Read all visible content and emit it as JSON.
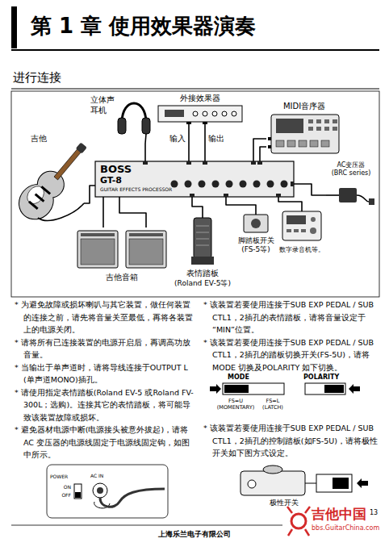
{
  "diagram": {
    "title": "第 1 章 使用效果器演奏",
    "nodes": [
      {
        "text": [
          "立体声 耳机"
        ]
      },
      {
        "text": [
          "外接效果器"
        ]
      },
      {
        "text": [
          "MIDI音序器"
        ]
      },
      {
        "text": [
          "吉他"
        ]
      },
      {
        "text": [
          "BOSS",
          "GT-8",
          "GUITAR EFFECTS PROCESSOR"
        ]
      },
      {
        "text": [
          "吉他音箱"
        ]
      },
      {
        "text": [
          "表情踏板",
          "(Roland EV-5等)"
        ]
      },
      {
        "text": [
          "脚踏板开关",
          "(FS-5等)"
        ]
      },
      {
        "text": [
          "数字录音机等。"
        ]
      },
      {
        "text": [
          "AC变压器",
          "(BRC series)"
        ]
      }
    ],
    "edges": [
      {
        "from": 0,
        "to": 4,
        "arrow": "none"
      },
      {
        "from": 1,
        "to": 4,
        "label": "输入",
        "arrow": "none"
      },
      {
        "from": 1,
        "to": 4,
        "label": "输出",
        "arrow": "none"
      },
      {
        "from": 2,
        "to": 4,
        "arrow": "none"
      },
      {
        "from": 2,
        "to": 4,
        "arrow": "none"
      },
      {
        "from": 3,
        "to": 4,
        "arrow": "none"
      },
      {
        "from": 4,
        "to": 5,
        "arrow": "none"
      },
      {
        "from": 4,
        "to": 5,
        "arrow": "none"
      },
      {
        "from": 4,
        "to": 6,
        "arrow": "none"
      },
      {
        "from": 4,
        "to": 7,
        "arrow": "none"
      },
      {
        "from": 4,
        "to": 8,
        "arrow": "none"
      },
      {
        "from": 4,
        "to": 9,
        "arrow": "none"
      }
    ],
    "labels": [
      "进行连接",
      "* 为避免故障或损坏喇叭与其它装置，做任何装置的连接之前，请先将音量关至最低，再将各装置上的电源关闭。",
      "* 请将所有已连接装置的电源开启后，再调高功放音量。",
      "* 当输出于单声道时，请将导线连接于OUTPUT L (单声道MONO)插孔。",
      "* 请使用指定表情踏板(Roland EV-5 或Roland FV-300L；选购)。连接其它的表情踏板，将可能导致该装置故障或损坏。",
      "* 避免器材电源中断(电源接头被意外拔起)，请将AC 变压器的电源线固定于电源线固定钩，如图中所示。",
      "POWER",
      "ON",
      "OFF",
      "AC IN",
      "* 该装置若要使用连接于SUB EXP PEDAL / SUB CTL1，2插孔的表情踏板，请将音量设定于“MIN”位置。",
      "* 该装置若要使用连接于SUB EXP PEDAL / SUB CTL1，2插孔的踏板切换开关(FS-5U)，请将MODE 切换及POLARITY 如下切换。",
      "MODE",
      "POLARITY",
      "FS=U",
      "(MOMENTARY)",
      "FS=L",
      "(LATCH)",
      "* 该装置若要使用连接于SUB EXP PEDAL / SUB CTL1，2插孔的控制踏板(如FS-5U)，请将极性开关如下图方式设定。",
      "极性开关",
      "上海乐兰电子有限公司",
      "13",
      "吉他中国",
      "bbs.GuitarChina.com"
    ]
  }
}
